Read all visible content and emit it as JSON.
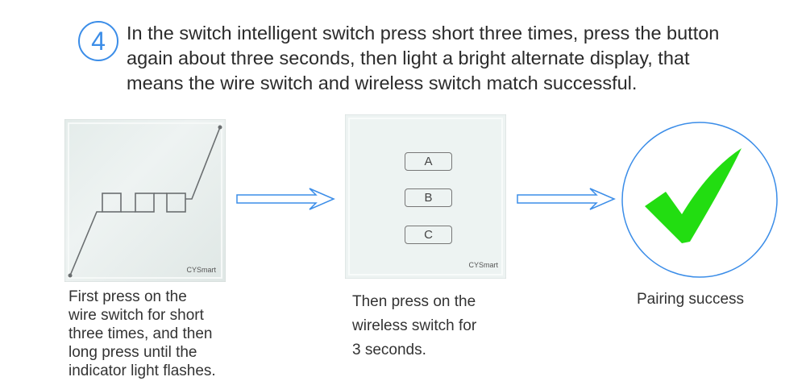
{
  "step_number": "4",
  "instruction": [
    "In the switch intelligent switch press short three times, press the button",
    "again about three seconds, then light a bright alternate display, that",
    "means the wire switch and wireless switch  match successful."
  ],
  "panel_brand": "CYSmart",
  "wireless_buttons": [
    "A",
    "B",
    "C"
  ],
  "captions": {
    "wire": [
      "First press on the",
      "wire switch for short",
      "three times, and then",
      "long press until the",
      "indicator light flashes."
    ],
    "wireless": [
      "Then press on the",
      "wireless switch for",
      "3 seconds."
    ],
    "success": [
      "Pairing success"
    ]
  },
  "colors": {
    "accent": "#3b8de8",
    "check": "#22dd11"
  }
}
